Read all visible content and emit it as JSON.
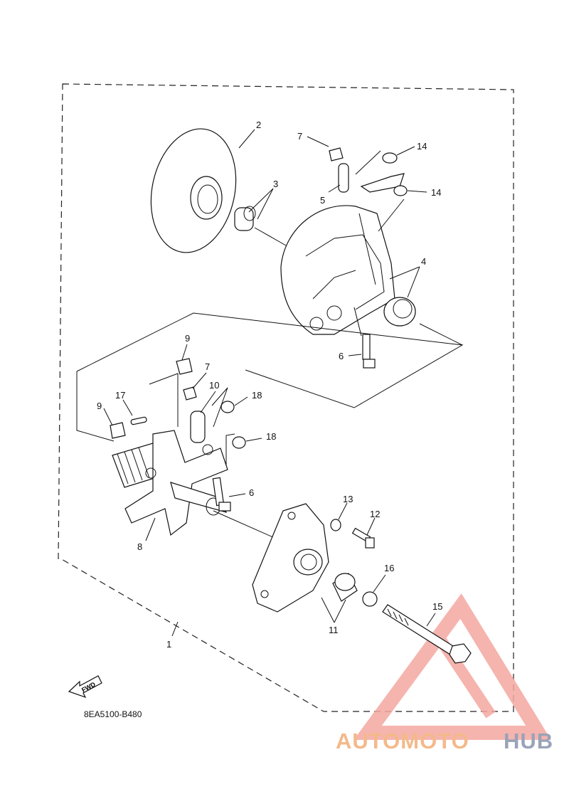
{
  "diagram": {
    "code": "8EA5100-B480",
    "fwd_label": "FWD",
    "callouts": {
      "c1": "1",
      "c2": "2",
      "c3": "3",
      "c4": "4",
      "c5": "5",
      "c6a": "6",
      "c6b": "6",
      "c7a": "7",
      "c7b": "7",
      "c8": "8",
      "c9a": "9",
      "c9b": "9",
      "c10": "10",
      "c11": "11",
      "c12": "12",
      "c13": "13",
      "c14a": "14",
      "c14b": "14",
      "c15": "15",
      "c16": "16",
      "c17": "17",
      "c18a": "18",
      "c18b": "18"
    }
  },
  "watermark": {
    "logo_text_part1": "AUTOMOTO",
    "logo_text_part2": "HUB",
    "color_primary": "#f4a7a1",
    "color_secondary": "#9aa3b8"
  }
}
